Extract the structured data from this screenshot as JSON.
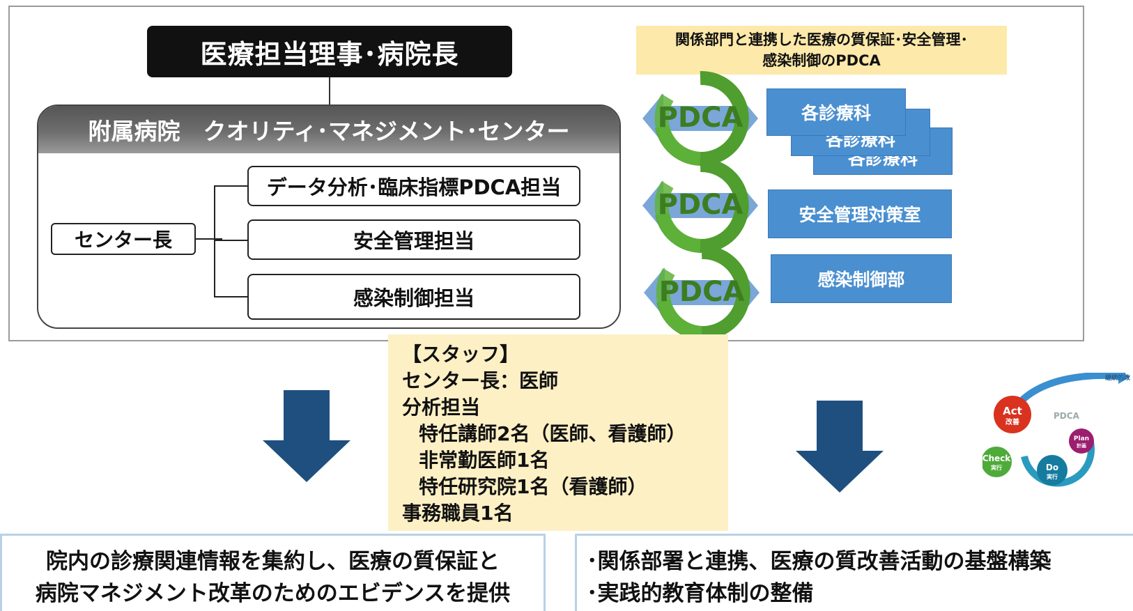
{
  "director": "医療担当理事･病院長",
  "qmc": {
    "header": "附属病院　クオリティ･マネジメント･センター",
    "center_head": "センター長",
    "roles": [
      "データ分析･臨床指標PDCA担当",
      "安全管理担当",
      "感染制御担当"
    ]
  },
  "pdca_panel": {
    "title_line1": "関係部門と連携した医療の質保証･安全管理･",
    "title_line2": "感染制御のPDCA",
    "pdca_label": "PDCA",
    "departments": [
      "各診療科",
      "各診療科",
      "各診療科",
      "安全管理対策室",
      "感染制御部"
    ]
  },
  "staff": {
    "lines": [
      "【スタッフ】",
      "センター長：医師",
      "分析担当",
      "特任講師2名（医師、看護師）",
      "非常勤医師1名",
      "特任研究院1名（看護師）",
      "事務職員1名"
    ]
  },
  "bottom_left": {
    "line1": "院内の診療関連情報を集約し、医療の質保証と",
    "line2": "病院マネジメント改革のためのエビデンスを提供"
  },
  "bottom_right": {
    "line1": "･関係部署と連携、医療の質改善活動の基盤構築",
    "line2": "･実践的教育体制の整備"
  },
  "cycle_graphic": {
    "act": "Act",
    "act_sub": "改善",
    "plan": "Plan",
    "plan_sub": "計画",
    "do": "Do",
    "do_sub": "実行",
    "check": "Check",
    "check_sub": "実行",
    "pdca": "PDCA",
    "improve": "継続的改善"
  },
  "colors": {
    "pdca_arrow_blue": "#7aa7d8",
    "pdca_circle_green": "#4f9e2f",
    "pdca_text_green": "#3d7d1f",
    "dept_blue": "#4a8fd0",
    "down_arrow": "#1f4f7f",
    "staff_bg": "#fdf0c5",
    "title_bg": "#fde9a9"
  }
}
